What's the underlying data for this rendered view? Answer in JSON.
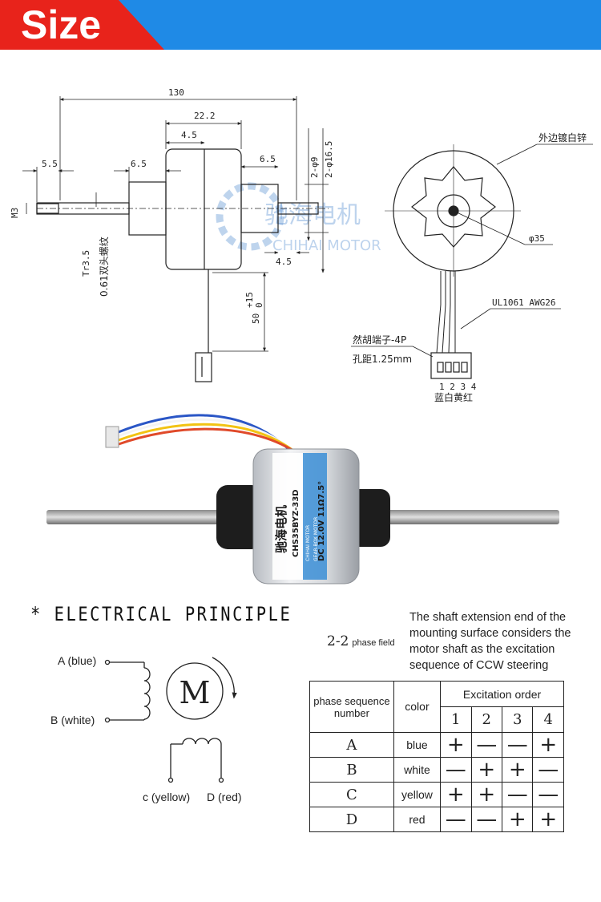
{
  "banner": {
    "title": "Size",
    "bg_red": "#e8231b",
    "bg_blue": "#1f8ae6"
  },
  "drawing": {
    "dims": {
      "total_length": "130",
      "body_length": "22.2",
      "flange": "4.5",
      "left_boss": "6.5",
      "left_tip": "5.5",
      "right_boss": "6.5",
      "right_gap": "4.5",
      "thread_m3": "M3",
      "thread_tr": "Tr3.5",
      "thread_pitch": "0.61双头螺纹",
      "bore_small": "2-φ9",
      "bore_large": "2-φ16.5",
      "outer_dia": "φ35",
      "lead_length": "50",
      "lead_tol_plus": "+15",
      "lead_tol_zero": "0"
    },
    "notes": {
      "plating": "外边镀白锌",
      "wire_spec": "UL1061 AWG26",
      "connector": "然胡端子-4P",
      "pitch": "孔距1.25mm",
      "pin_numbers": "1 2 3 4",
      "pin_colors": "蓝白黄红"
    },
    "watermark": {
      "cn": "驰海电机",
      "en": "CHIHAI MOTOR"
    }
  },
  "photo": {
    "label_cn": "驰海电机",
    "label_model": "CHS35BYZ-33D",
    "label_en": "CHIHAI MOTOR",
    "label_sub": "GEAR-BOX MOTOR",
    "label_spec": "DC 12.0V 11Ω7.5°"
  },
  "principle": {
    "title": "* ELECTRICAL PRINCIPLE",
    "motor_letter": "M",
    "label_a": "A (blue)",
    "label_b": "B (white)",
    "label_c": "c (yellow)",
    "label_d": "D (red)",
    "phase_big": "2-2",
    "phase_small": "phase field",
    "shaft_note": "The shaft extension end of the mounting surface considers the motor shaft as the excitation sequence of CCW steering"
  },
  "table": {
    "col_phase": "phase sequence number",
    "col_color": "color",
    "col_order": "Excitation order",
    "steps": [
      "1",
      "2",
      "3",
      "4"
    ],
    "rows": [
      {
        "phase": "A",
        "color": "blue",
        "signs": [
          "+",
          "—",
          "—",
          "+"
        ]
      },
      {
        "phase": "B",
        "color": "white",
        "signs": [
          "—",
          "+",
          "+",
          "—"
        ]
      },
      {
        "phase": "C",
        "color": "yellow",
        "signs": [
          "+",
          "+",
          "—",
          "—"
        ]
      },
      {
        "phase": "D",
        "color": "red",
        "signs": [
          "—",
          "—",
          "+",
          "+"
        ]
      }
    ]
  }
}
